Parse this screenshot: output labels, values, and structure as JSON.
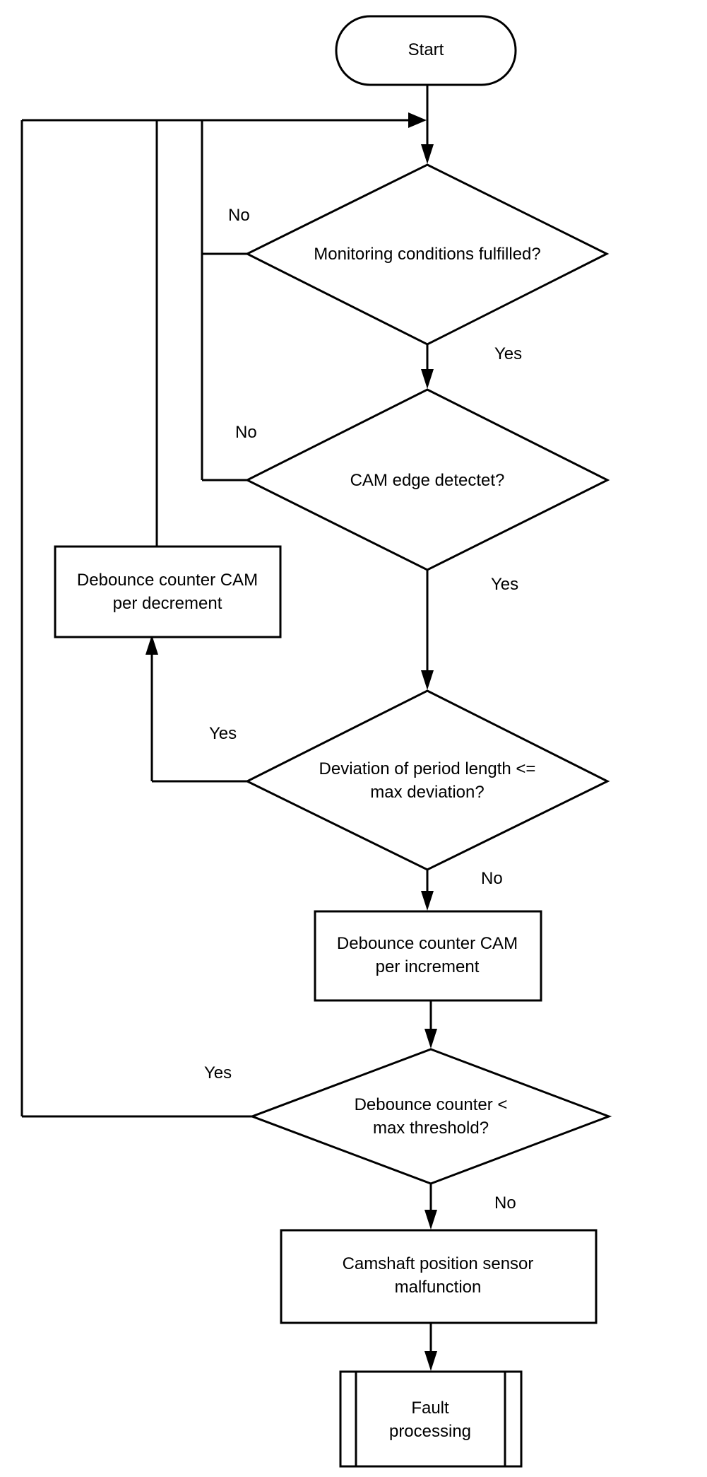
{
  "nodes": {
    "start": "Start",
    "monitoring": "Monitoring conditions fulfilled?",
    "cam_edge": "CAM edge detectet?",
    "decrement": [
      "Debounce counter CAM",
      "per decrement"
    ],
    "deviation": [
      "Deviation of period length <=",
      "max deviation?"
    ],
    "increment": [
      "Debounce counter CAM",
      "per increment"
    ],
    "threshold": [
      "Debounce counter <",
      "max threshold?"
    ],
    "malfunction": [
      "Camshaft position sensor",
      "malfunction"
    ],
    "fault": [
      "Fault",
      "processing"
    ]
  },
  "labels": {
    "monitoring_no": "No",
    "monitoring_yes": "Yes",
    "cam_edge_no": "No",
    "cam_edge_yes": "Yes",
    "deviation_yes": "Yes",
    "deviation_no": "No",
    "threshold_yes": "Yes",
    "threshold_no": "No"
  }
}
